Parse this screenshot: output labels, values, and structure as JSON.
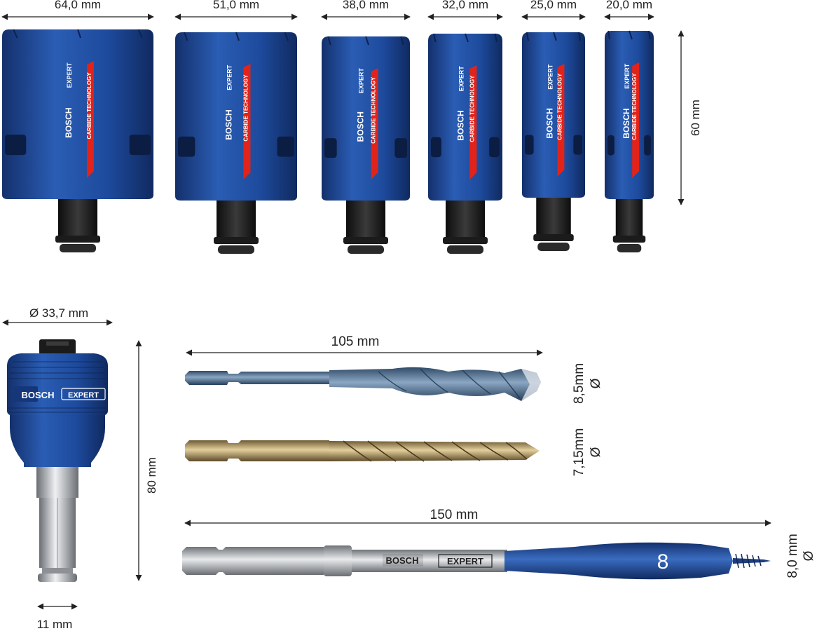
{
  "hole_saws": [
    {
      "diameter": "64,0 mm"
    },
    {
      "diameter": "51,0 mm"
    },
    {
      "diameter": "38,0 mm"
    },
    {
      "diameter": "32,0 mm"
    },
    {
      "diameter": "25,0 mm"
    },
    {
      "diameter": "20,0 mm"
    }
  ],
  "hole_saw_height": "60 mm",
  "adapter": {
    "diameter": "Ø 33,7 mm",
    "length": "80 mm",
    "shank": "11 mm"
  },
  "drill_bits": {
    "length": "105 mm",
    "masonry": {
      "size": "8,5mm",
      "symbol": "Ø"
    },
    "metal": {
      "size": "7,15mm",
      "symbol": "Ø"
    }
  },
  "wood_bit": {
    "length": "150 mm",
    "size": "8,0 mm",
    "symbol": "Ø",
    "number": "8"
  },
  "branding": {
    "brand": "BOSCH",
    "line": "EXPERT",
    "technology": "CARBIDE TECHNOLOGY"
  },
  "colors": {
    "blue": "#1f4fa0",
    "blue_dark": "#16387a",
    "red": "#e2231a",
    "gold": "#b8a170",
    "steel": "#b9bcc0",
    "black": "#1b1b1b"
  }
}
